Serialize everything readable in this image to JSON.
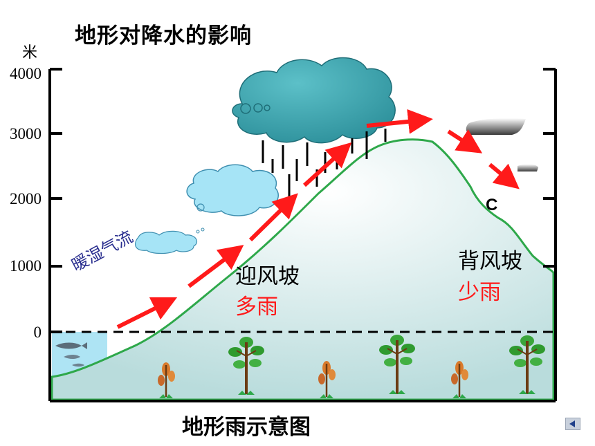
{
  "title": "地形对降水的影响",
  "caption": "地形雨示意图",
  "axis": {
    "unit": "米",
    "ticks": [
      "4000",
      "3000",
      "2000",
      "1000",
      "0"
    ]
  },
  "labels": {
    "windward_name": "迎风坡",
    "windward_rain": "多雨",
    "leeward_name": "背风坡",
    "leeward_rain": "少雨",
    "airflow": "暖湿气流",
    "point_c": "C"
  },
  "colors": {
    "mountain_fill": "#e3f2f2",
    "mountain_edge": "#2ea84a",
    "sea": "#aee4f4",
    "cloud": "#3fa7b3",
    "small_cloud": "#a6e4f6",
    "arrow": "#ff1a1a",
    "rain_text": "#ff1a1a",
    "wind_text": "#2a2f8f"
  }
}
